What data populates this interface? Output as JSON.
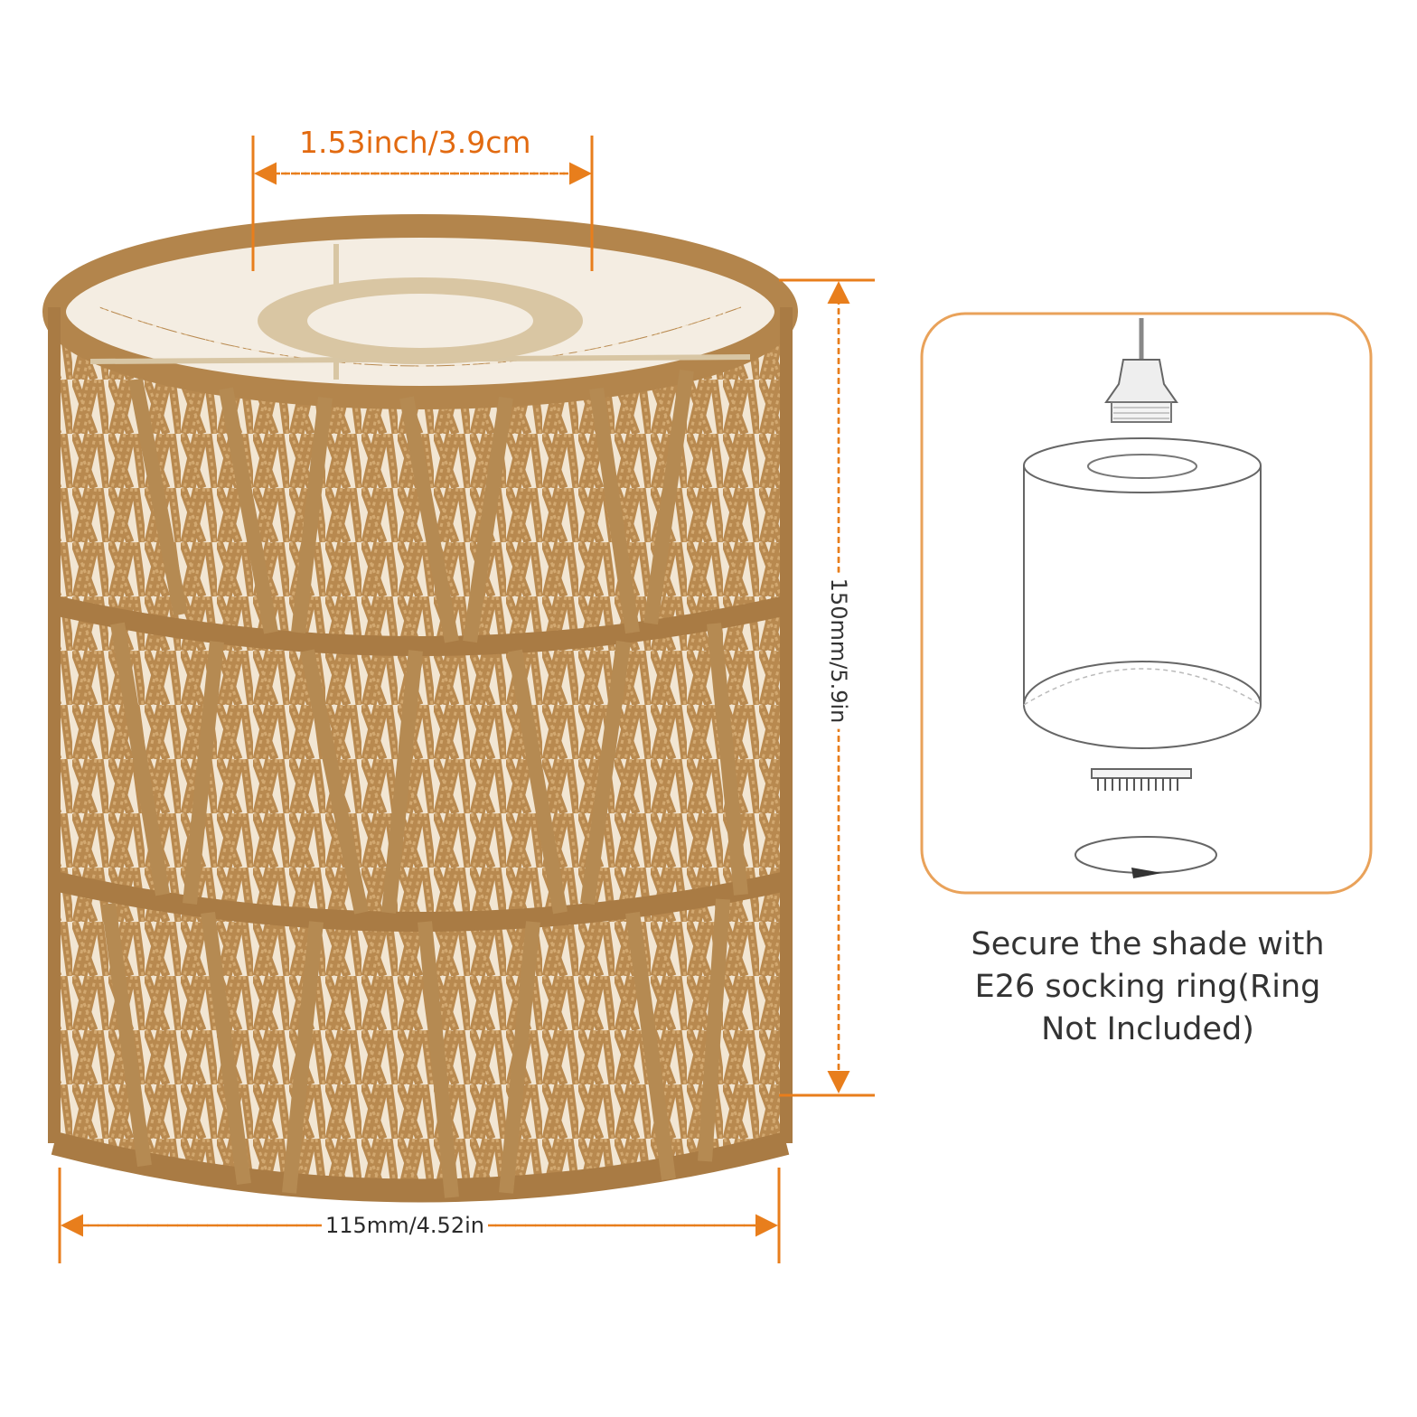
{
  "dimensions": {
    "top_width": "1.53inch/3.9cm",
    "height": "150mm/5.9in",
    "bottom_width": "115mm/4.52in"
  },
  "install_caption": {
    "line1": "Secure the shade with",
    "line2": "E26 socking ring(Ring",
    "line3": "Not Included)"
  },
  "colors": {
    "accent_orange": "#e87e1c",
    "rattan": "#b98d57",
    "panel_border": "#e9a25a"
  }
}
